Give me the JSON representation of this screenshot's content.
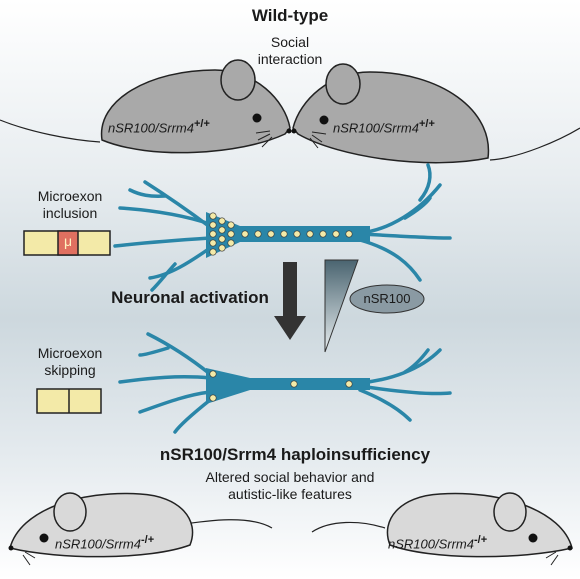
{
  "title": "Wild-type",
  "social_label_line1": "Social",
  "social_label_line2": "interaction",
  "mouse_wt_left": {
    "gene": "nSR100/Srrm4",
    "genotype": "+/+"
  },
  "mouse_wt_right": {
    "gene": "nSR100/Srrm4",
    "genotype": "+/+"
  },
  "inclusion_label_line1": "Microexon",
  "inclusion_label_line2": "inclusion",
  "micro_symbol": "μ",
  "skipping_label_line1": "Microexon",
  "skipping_label_line2": "skipping",
  "activation_label": "Neuronal activation",
  "protein_label": "nSR100",
  "haplo_title": "nSR100/Srrm4 haploinsufficiency",
  "haplo_desc_line1": "Altered social behavior and",
  "haplo_desc_line2": "autistic-like features",
  "mouse_het_left": {
    "gene": "nSR100/Srrm4",
    "genotype": "-/+"
  },
  "mouse_het_right": {
    "gene": "nSR100/Srrm4",
    "genotype": "-/+"
  },
  "colors": {
    "neuron": "#2a86a8",
    "exon": "#f3eaa8",
    "microexon": "#e07060",
    "mouse_wt": "#a9a9a9",
    "mouse_het": "#d9d9d9",
    "arrow": "#333333"
  }
}
